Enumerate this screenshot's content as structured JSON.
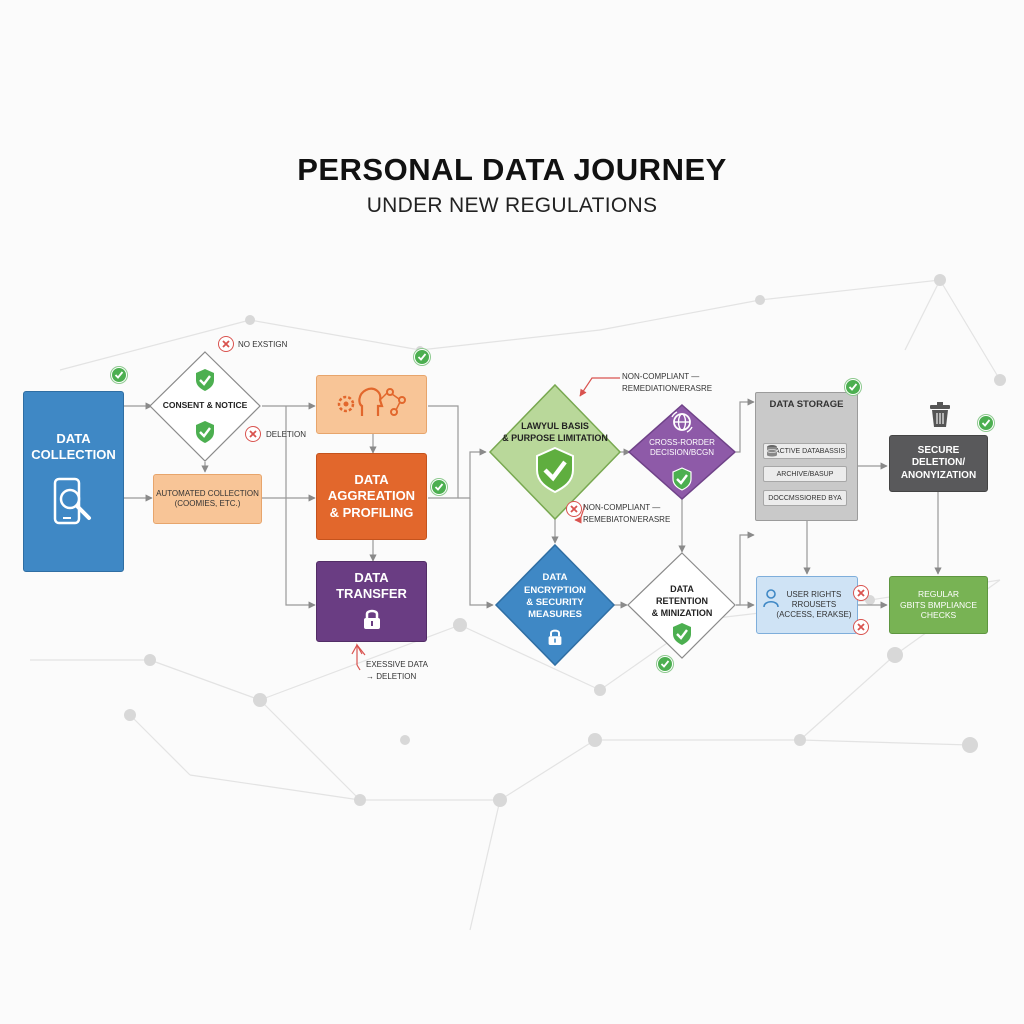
{
  "title": "PERSONAL DATA JOURNEY",
  "subtitle": "UNDER NEW REGULATIONS",
  "nodes": {
    "data_collection": "DATA\nCOLLECTION",
    "consent_notice": "CONSENT & NOTICE",
    "automated_collection": "AUTOMATED COLLECTION\n(COOMIES, ETC.)",
    "aggregation": "DATA\nAGGREATION\n& PROFILING",
    "transfer": "DATA\nTRANSFER",
    "lawful_basis": "LAWYUL BASIS\n& PURPOSE LIMITATION",
    "cross_border": "CROSS-RORDER\nDECISION/BCGN",
    "encryption": "DATA\nENCRYPTION\n& SECURITY\nMEASURES",
    "retention": "DATA\nRETENTION\n& MINIZATION",
    "storage_title": "DATA STORAGE",
    "storage_items": [
      "ACTIVE DATABASSIS",
      "ARCHIVE/BASUP",
      "DOCCMSSIORED BYA"
    ],
    "user_rights": "USER RIGHTS\nRROUSETS\n(ACCESS, ERAKSE)",
    "secure_deletion": "SECURE\nDELETION/\nANONYIZATION",
    "compliance_checks": "REGULAR\nGBITS BMPLIANCE\nCHECKS"
  },
  "notes": {
    "no_existion": "NO EXSTIGN",
    "deletion": "DELETION",
    "excessive": "EXESSIVE DATA\n→ DELETION",
    "noncompliant_top": "NON-COMPLIANT —\nREMEDIATION/ERASRE",
    "noncompliant_mid": "NON-COMPLIANT —\nREMEBIATON/ERASRE"
  },
  "colors": {
    "blue": "#3f88c5",
    "peach": "#f8c597",
    "orange": "#e2672c",
    "purple": "#6a3d83",
    "light_green": "#b9d89a",
    "violet": "#8e5aa8",
    "green": "#78b354",
    "gray": "#c9c9c9",
    "dark_gray": "#59595b",
    "check_green": "#4caf50",
    "cross_red": "#d9534f"
  },
  "icons": [
    "magnifier-phone-icon",
    "gears-head-icon",
    "lock-icon",
    "shield-check-icon",
    "globe-icon",
    "database-icon",
    "user-icon",
    "trash-icon",
    "check-icon",
    "cross-icon"
  ]
}
